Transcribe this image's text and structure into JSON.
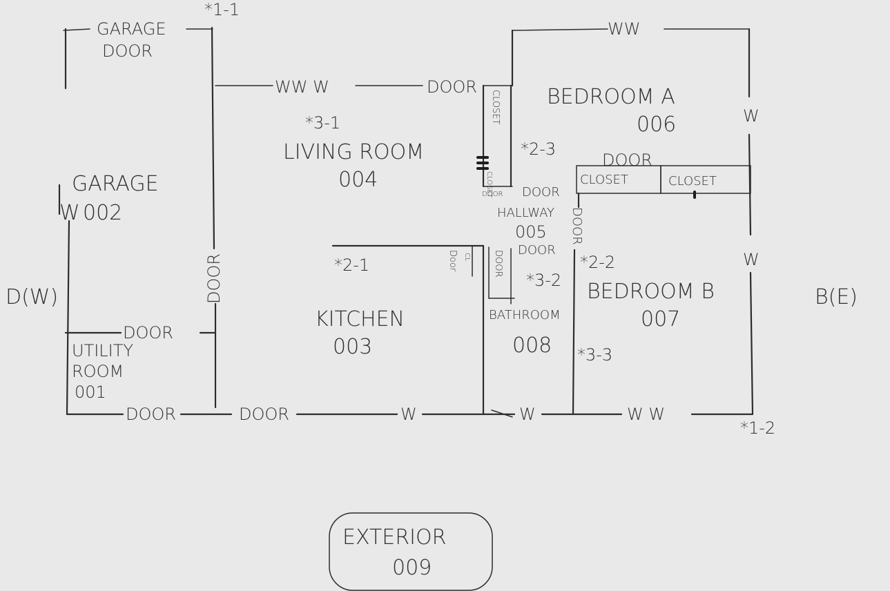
{
  "rooms": {
    "garage": {
      "name": "GARAGE",
      "number": "002"
    },
    "utility": {
      "name1": "UTILITY",
      "name2": "ROOM",
      "number": "001"
    },
    "kitchen": {
      "name": "KITCHEN",
      "number": "003"
    },
    "living": {
      "name": "LIVING ROOM",
      "number": "004"
    },
    "hallway": {
      "name": "HALLWAY",
      "number": "005"
    },
    "bedroom_a": {
      "name": "BEDROOM A",
      "number": "006"
    },
    "bedroom_b": {
      "name": "BEDROOM B",
      "number": "007"
    },
    "bathroom": {
      "name": "BATHROOM",
      "number": "008"
    },
    "exterior": {
      "name": "EXTERIOR",
      "number": "009"
    }
  },
  "openings": {
    "garage_door_1": "GARAGE",
    "garage_door_2": "DOOR",
    "top_ww_w": "WW W",
    "top_door": "DOOR",
    "top_right_ww": "WW",
    "right_w_upper": "W",
    "right_w_lower": "W",
    "closet_door": "DOOR",
    "closet_left": "CLOSET",
    "closet_right": "CLOSET",
    "hall_door_1": "DOOR",
    "hall_door_2": "DOOR",
    "hall_door_vertical": "DOOR",
    "closet_vertical": "CLOSET",
    "closet_small_h": "CLOSET",
    "closet_small_door": "DOOR",
    "kitchen_door": "Door",
    "bath_closet": "CL",
    "bath_door_v": "DOOR",
    "garage_side_door": "DOOR",
    "garage_w": "W",
    "utility_door_top": "DOOR",
    "bottom_door_1": "DOOR",
    "bottom_door_2": "DOOR",
    "bottom_w_1": "W",
    "bottom_w_2": "W",
    "bottom_ww": "W W"
  },
  "markers": {
    "m11": "*1-1",
    "m12": "*1-2",
    "m21": "*2-1",
    "m22": "*2-2",
    "m23": "*2-3",
    "m31": "*3-1",
    "m32": "*3-2",
    "m33": "*3-3"
  },
  "sides": {
    "west": "D(W)",
    "east": "B(E)"
  }
}
